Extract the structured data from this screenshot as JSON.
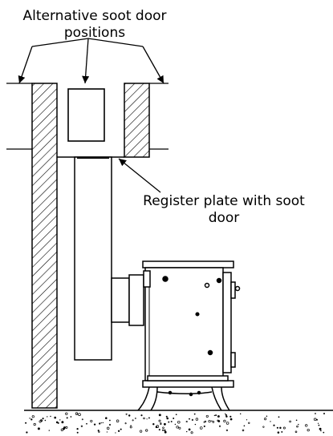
{
  "labels": {
    "alternative_positions_line1": "Alternative soot door",
    "alternative_positions_line2": "positions",
    "register_plate_line1": "Register plate with soot",
    "register_plate_line2": "door"
  },
  "colors": {
    "line": "#000000",
    "background": "#ffffff"
  }
}
